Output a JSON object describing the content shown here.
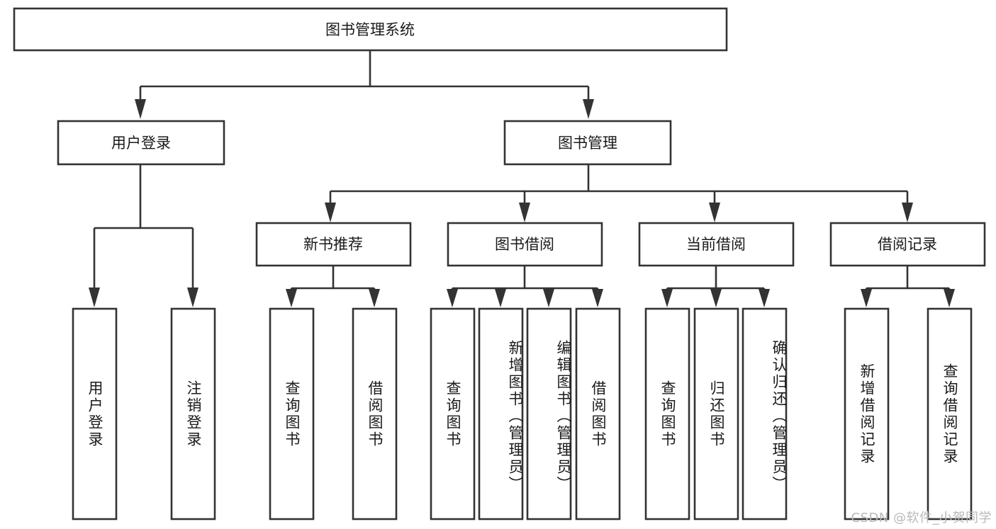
{
  "diagram": {
    "type": "tree-hierarchy",
    "title": "图书管理系统",
    "watermark": "CSDN @软件_小贺同学",
    "colors": {
      "box_stroke": "#333333",
      "box_fill": "#ffffff",
      "text": "#1a1a1a",
      "background": "#ffffff",
      "watermark": "#b9b9b9"
    },
    "root": {
      "label": "图书管理系统",
      "level": 0
    },
    "level1": [
      {
        "label": "用户登录"
      },
      {
        "label": "图书管理"
      }
    ],
    "level2": [
      {
        "label": "新书推荐",
        "parent": "图书管理"
      },
      {
        "label": "图书借阅",
        "parent": "图书管理"
      },
      {
        "label": "当前借阅",
        "parent": "图书管理"
      },
      {
        "label": "借阅记录",
        "parent": "图书管理"
      }
    ],
    "leaves": {
      "用户登录": [
        {
          "label": "用户登录"
        },
        {
          "label": "注销登录"
        }
      ],
      "新书推荐": [
        {
          "label": "查询图书"
        },
        {
          "label": "借阅图书"
        }
      ],
      "图书借阅": [
        {
          "label": "查询图书"
        },
        {
          "label": "新增图书（管理员）"
        },
        {
          "label": "编辑图书（管理员）"
        },
        {
          "label": "借阅图书"
        }
      ],
      "当前借阅": [
        {
          "label": "查询图书"
        },
        {
          "label": "归还图书"
        },
        {
          "label": "确认归还（管理员）"
        }
      ],
      "借阅记录": [
        {
          "label": "新增借阅记录"
        },
        {
          "label": "查询借阅记录"
        }
      ]
    }
  }
}
